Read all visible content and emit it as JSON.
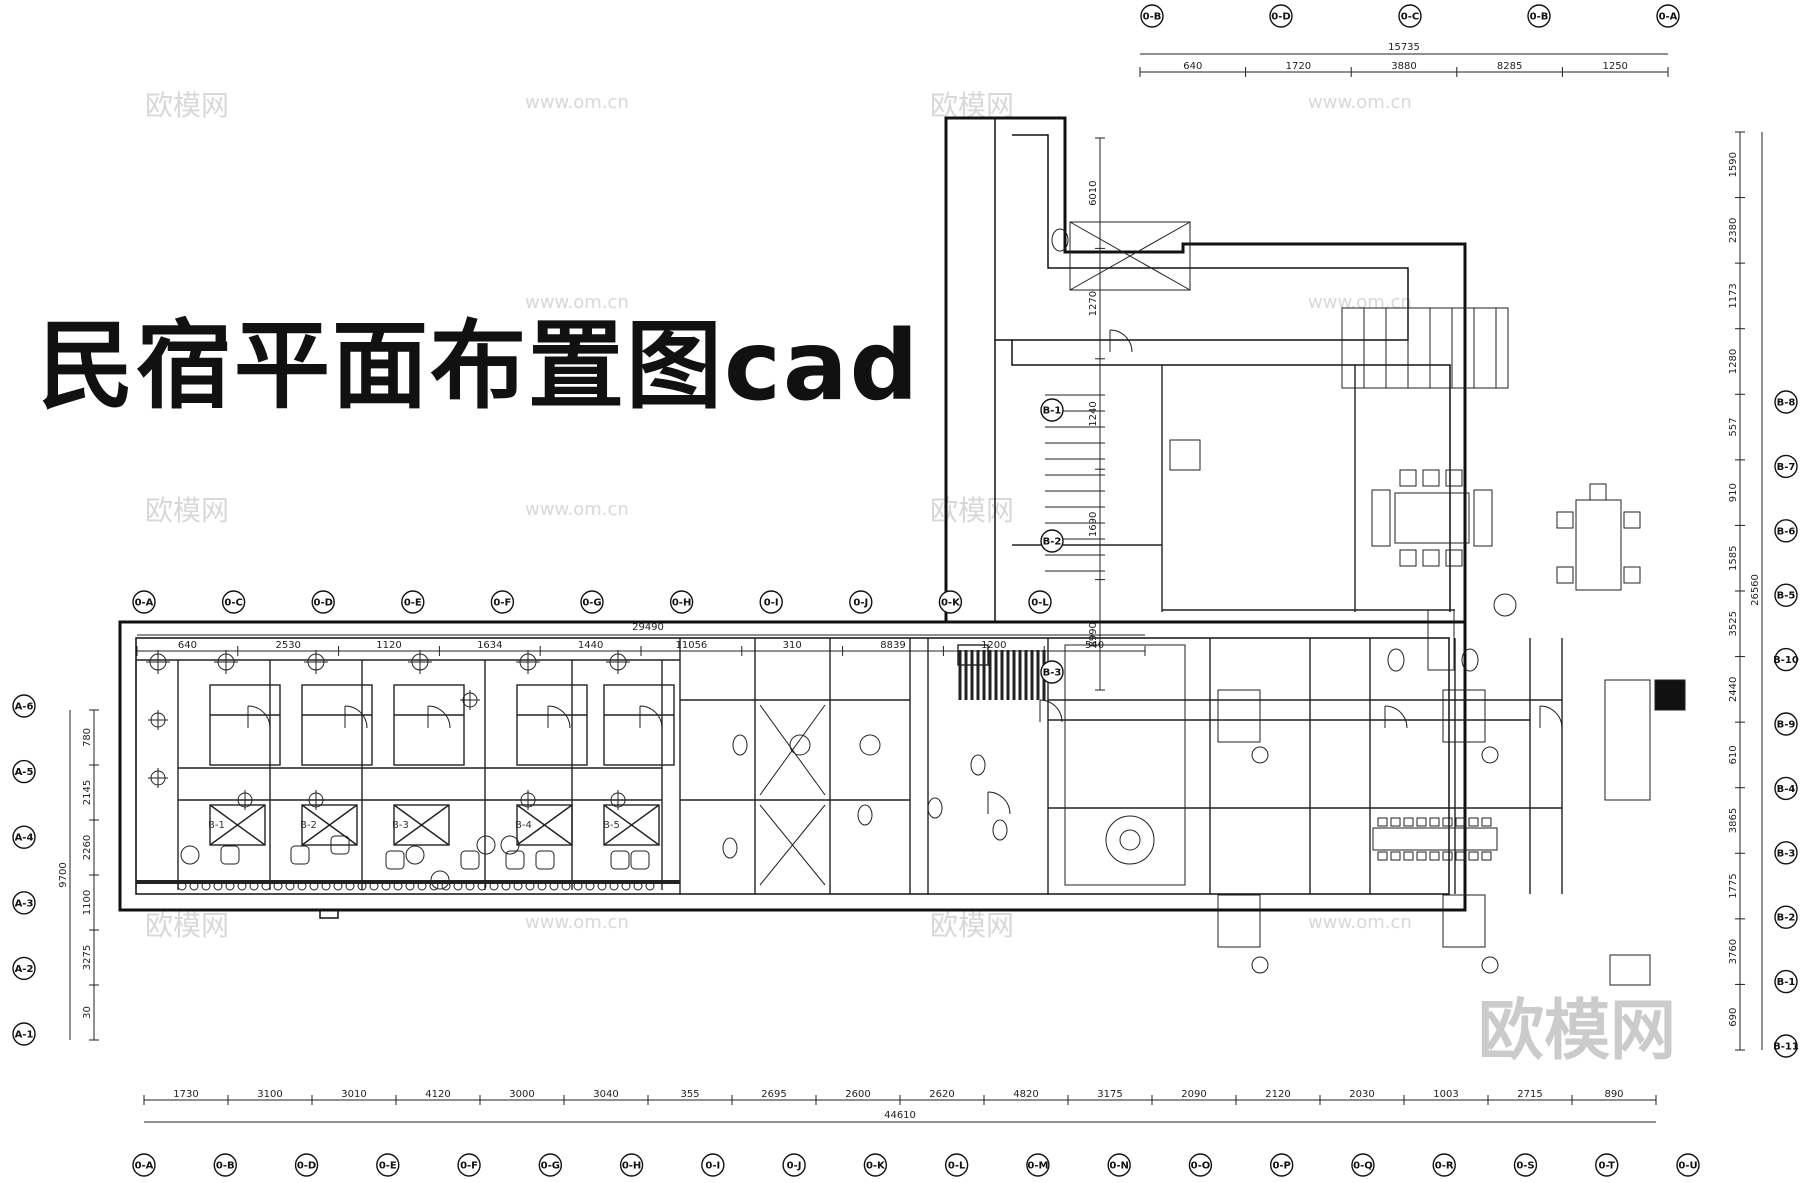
{
  "title": "民宿平面布置图cad",
  "brand": "欧模网",
  "watermarks": [
    "欧模网",
    "www.om.cn"
  ],
  "top_overall_dim": "29490",
  "top_dims": [
    "640",
    "2530",
    "1120",
    "1634",
    "1440",
    "11056",
    "310",
    "8839",
    "1200",
    "540"
  ],
  "top_grid_labels": [
    "0-A",
    "0-C",
    "0-D",
    "0-E",
    "0-F",
    "0-G",
    "0-H",
    "0-I",
    "0-J",
    "0-K",
    "0-L"
  ],
  "bottom_overall_dim": "44610",
  "bottom_dims": [
    "1730",
    "3100",
    "3010",
    "4120",
    "3000",
    "3040",
    "355",
    "2695",
    "2600",
    "2620",
    "4820",
    "3175",
    "2090",
    "2120",
    "2030",
    "1003",
    "2715",
    "890"
  ],
  "bottom_grid_labels": [
    "0-A",
    "0-B",
    "0-D",
    "0-E",
    "0-F",
    "0-G",
    "0-H",
    "0-I",
    "0-J",
    "0-K",
    "0-L",
    "0-M",
    "0-N",
    "0-O",
    "0-P",
    "0-Q",
    "0-R",
    "0-S",
    "0-T",
    "0-U"
  ],
  "upper_overall_dim": "15735",
  "upper_dims": [
    "640",
    "1720",
    "3880",
    "8285",
    "1250"
  ],
  "upper_grid_labels": [
    "0-B",
    "0-D",
    "0-C",
    "0-B",
    "0-A"
  ],
  "left_overall_dim": "9700",
  "left_dims": [
    "780",
    "2145",
    "2260",
    "1100",
    "3275",
    "30"
  ],
  "left_grid_labels": [
    "A-6",
    "A-5",
    "A-4",
    "A-3",
    "A-2",
    "A-1"
  ],
  "right_overall_dim": "26560",
  "right_dims": [
    "1590",
    "2380",
    "1173",
    "1280",
    "557",
    "910",
    "1585",
    "3525",
    "2440",
    "610",
    "3865",
    "1775",
    "3760",
    "690"
  ],
  "right_grid_labels": [
    "B-8",
    "B-7",
    "B-6",
    "B-5",
    "B-10",
    "B-9",
    "B-4",
    "B-3",
    "B-2",
    "B-1",
    "B-11"
  ],
  "wing_dims": [
    "6010",
    "1270",
    "1240",
    "1690",
    "8990"
  ],
  "wing_grid_labels": [
    "B-1",
    "B-2",
    "B-3"
  ],
  "room_labels": [
    "B-1",
    "B-2",
    "B-3",
    "B-4",
    "B-5"
  ],
  "colors": {
    "line": "#111111",
    "thin": "#555555",
    "watermark": "#d8d8d8"
  }
}
